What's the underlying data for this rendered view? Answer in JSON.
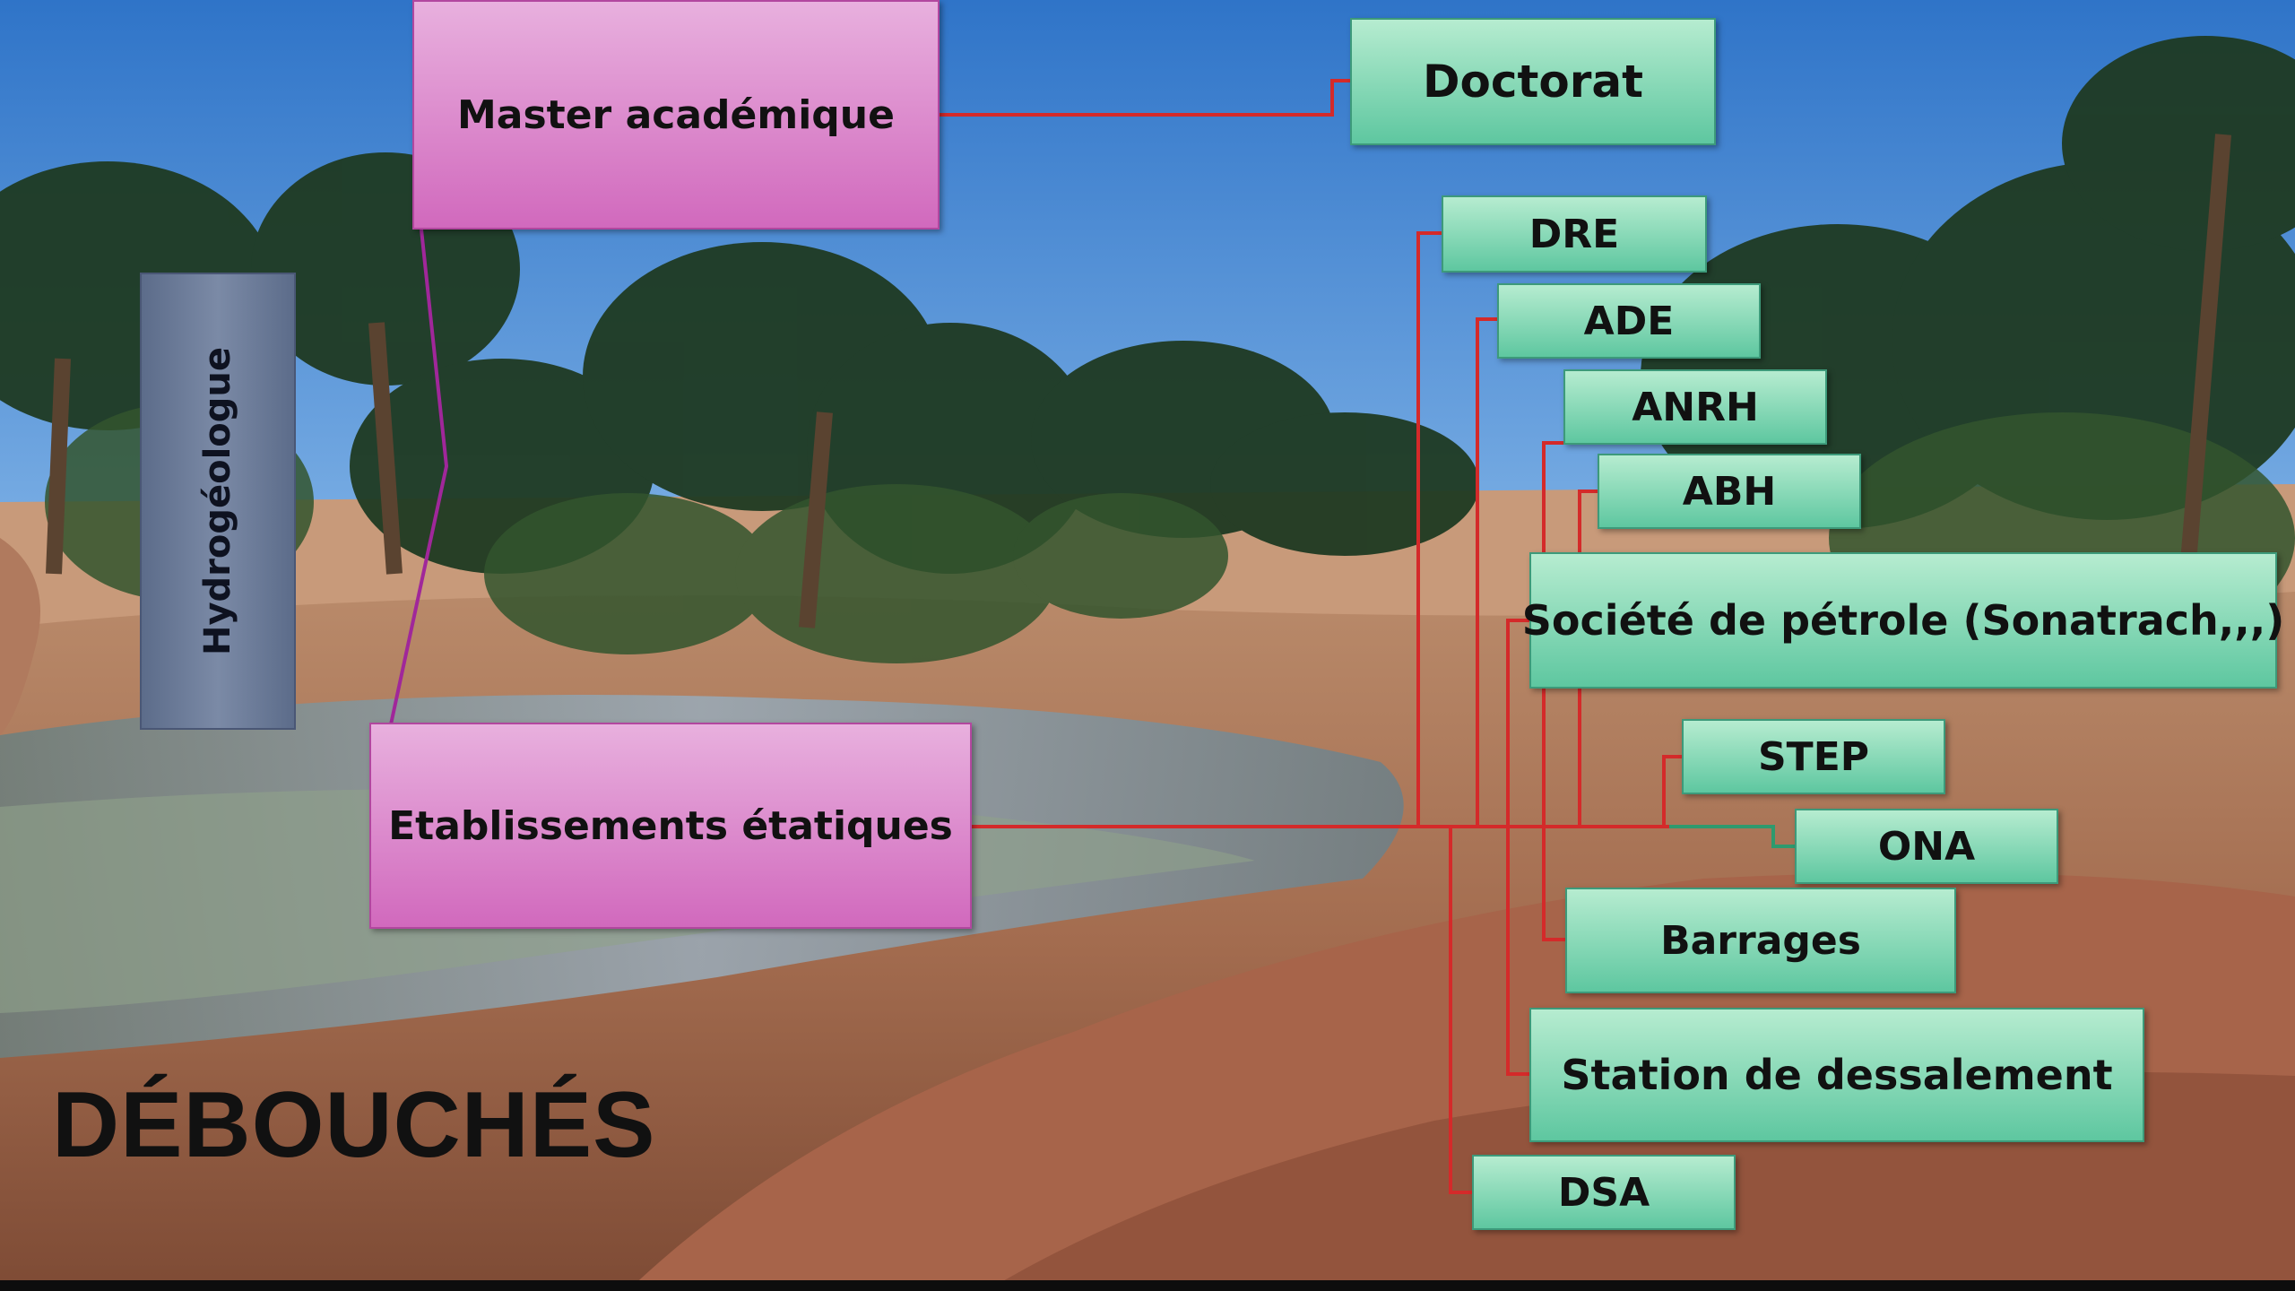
{
  "slide": {
    "title": "DÉBOUCHÉS",
    "side_label": "Hydrogéologue"
  },
  "nodes": {
    "master": "Master académique",
    "etablissements": "Etablissements étatiques",
    "doctorat": "Doctorat",
    "dre": "DRE",
    "ade": "ADE",
    "anrh": "ANRH",
    "abh": "ABH",
    "sonatrach": "Société de pétrole (Sonatrach,,,)",
    "step": "STEP",
    "ona": "ONA",
    "barrages": "Barrages",
    "dessalement": "Station de dessalement",
    "dsa": "DSA"
  },
  "colors": {
    "connector_red": "#d42a2a",
    "connector_purple": "#a0279a",
    "connector_green": "#2e9a6e",
    "box_green": "#8fdcb8",
    "box_pink": "#db86cb"
  }
}
